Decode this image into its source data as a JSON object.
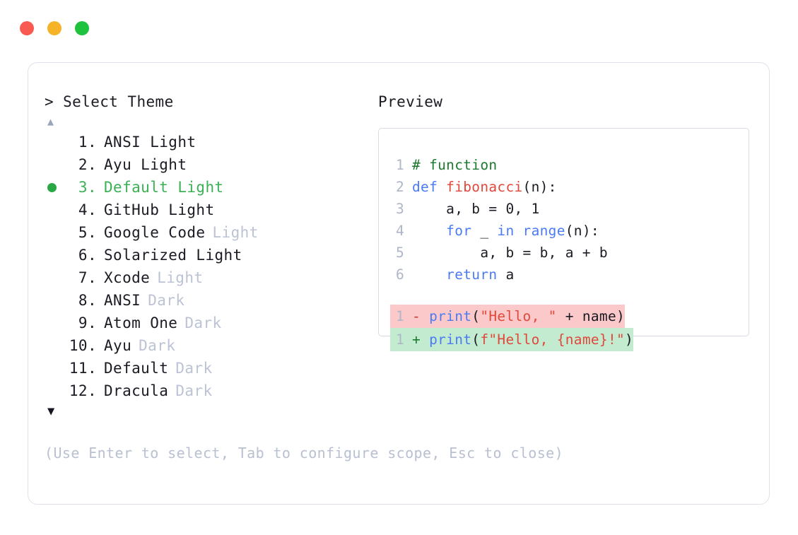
{
  "window": {
    "dots": [
      {
        "name": "close",
        "color": "#f85a52"
      },
      {
        "name": "minimize",
        "color": "#f6b327"
      },
      {
        "name": "maximize",
        "color": "#1fc23c"
      }
    ]
  },
  "selector": {
    "prompt_caret": ">",
    "prompt_label": "Select Theme",
    "scroll_up": "▲",
    "scroll_down": "▼",
    "selected_index": 3,
    "accent_color": "#2aa745",
    "items": [
      {
        "index": "1.",
        "name": "ANSI Light",
        "variant": "",
        "selected": false
      },
      {
        "index": "2.",
        "name": "Ayu Light",
        "variant": "",
        "selected": false
      },
      {
        "index": "3.",
        "name": "Default Light",
        "variant": "",
        "selected": true
      },
      {
        "index": "4.",
        "name": "GitHub Light",
        "variant": "",
        "selected": false
      },
      {
        "index": "5.",
        "name": "Google Code",
        "variant": "Light",
        "selected": false
      },
      {
        "index": "6.",
        "name": "Solarized Light",
        "variant": "",
        "selected": false
      },
      {
        "index": "7.",
        "name": "Xcode",
        "variant": "Light",
        "selected": false
      },
      {
        "index": "8.",
        "name": "ANSI",
        "variant": "Dark",
        "selected": false
      },
      {
        "index": "9.",
        "name": "Atom One",
        "variant": "Dark",
        "selected": false
      },
      {
        "index": "10.",
        "name": "Ayu",
        "variant": "Dark",
        "selected": false
      },
      {
        "index": "11.",
        "name": "Default",
        "variant": "Dark",
        "selected": false
      },
      {
        "index": "12.",
        "name": "Dracula",
        "variant": "Dark",
        "selected": false
      }
    ],
    "hint": "(Use Enter to select, Tab to configure scope, Esc to close)"
  },
  "preview": {
    "label": "Preview",
    "code_lines": [
      {
        "n": "1",
        "tokens": [
          {
            "t": "# function",
            "c": "comment"
          }
        ]
      },
      {
        "n": "2",
        "tokens": [
          {
            "t": "def ",
            "c": "kw"
          },
          {
            "t": "fibonacci",
            "c": "fn"
          },
          {
            "t": "(n):",
            "c": "plain"
          }
        ]
      },
      {
        "n": "3",
        "tokens": [
          {
            "t": "    a, b = 0, 1",
            "c": "plain"
          }
        ]
      },
      {
        "n": "4",
        "tokens": [
          {
            "t": "    ",
            "c": "plain"
          },
          {
            "t": "for",
            "c": "kw"
          },
          {
            "t": " _ ",
            "c": "plain"
          },
          {
            "t": "in range",
            "c": "kw"
          },
          {
            "t": "(n):",
            "c": "plain"
          }
        ]
      },
      {
        "n": "5",
        "tokens": [
          {
            "t": "        a, b = b, a + b",
            "c": "plain"
          }
        ]
      },
      {
        "n": "6",
        "tokens": [
          {
            "t": "    ",
            "c": "plain"
          },
          {
            "t": "return",
            "c": "kw"
          },
          {
            "t": " a",
            "c": "plain"
          }
        ]
      }
    ],
    "diff_lines": [
      {
        "n": "1",
        "kind": "del",
        "mark": "-",
        "tokens": [
          {
            "t": "print",
            "c": "kw"
          },
          {
            "t": "(",
            "c": "plain"
          },
          {
            "t": "\"Hello, \"",
            "c": "str"
          },
          {
            "t": " + name)",
            "c": "plain"
          }
        ]
      },
      {
        "n": "1",
        "kind": "add",
        "mark": "+",
        "tokens": [
          {
            "t": "print",
            "c": "kw"
          },
          {
            "t": "(",
            "c": "plain"
          },
          {
            "t": "f\"Hello, {name}!\"",
            "c": "str"
          },
          {
            "t": ")",
            "c": "plain"
          }
        ]
      }
    ]
  }
}
